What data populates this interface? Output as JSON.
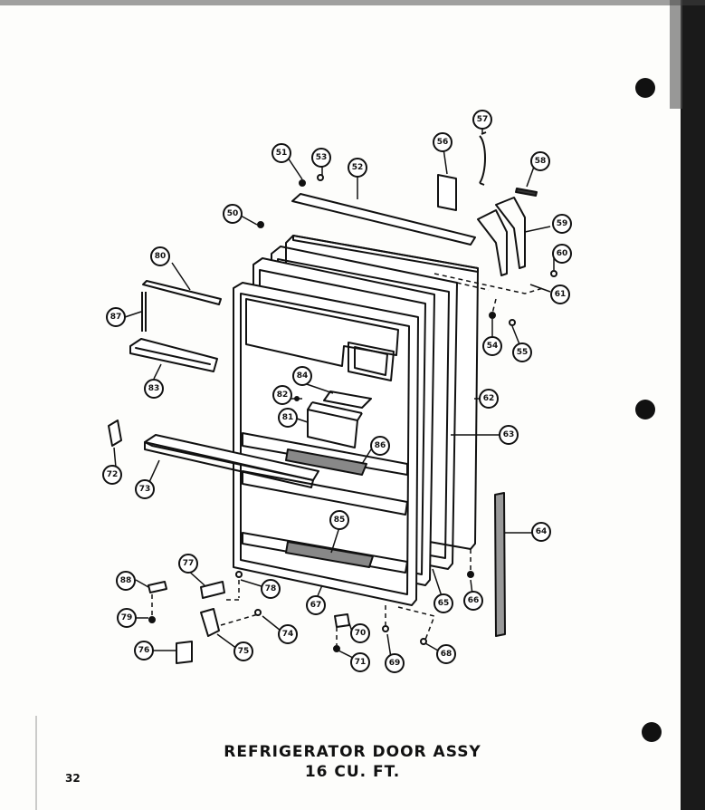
{
  "title": "REFRIGERATOR DOOR ASSY",
  "subtitle": "16 CU. FT.",
  "page_number": "32",
  "callouts": [
    "50",
    "51",
    "52",
    "53",
    "54",
    "55",
    "56",
    "57",
    "58",
    "59",
    "60",
    "61",
    "62",
    "63",
    "64",
    "65",
    "66",
    "67",
    "68",
    "69",
    "70",
    "71",
    "72",
    "73",
    "74",
    "75",
    "76",
    "77",
    "78",
    "79",
    "80",
    "81",
    "82",
    "83",
    "84",
    "85",
    "86",
    "87",
    "88"
  ]
}
